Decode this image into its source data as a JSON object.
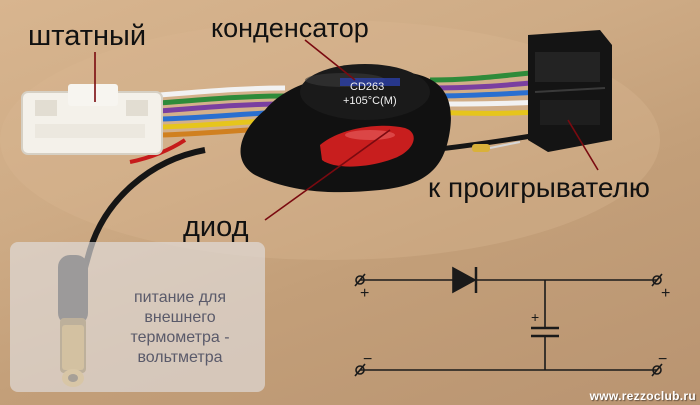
{
  "labels": {
    "stock": "штатный",
    "capacitor": "конденсатор",
    "diode": "диод",
    "to_player": "к проигрывателю"
  },
  "capacitor_markings": {
    "line1": "CD263",
    "line2": "+105°C(M)"
  },
  "caption_lines": [
    "питание для",
    "внешнего",
    "термометра -",
    "вольтметра"
  ],
  "schematic": {
    "left_top_sign": "+",
    "right_top_sign": "+",
    "left_bottom_sign": "−",
    "right_bottom_sign": "−",
    "capacitor_sign": "+"
  },
  "watermark": "www.rezzoclub.ru",
  "colors": {
    "background": "#cdaa84",
    "label_text": "#111111",
    "caption_text": "#5a5a6a",
    "pointer_line": "#7a0a10",
    "heatshrink": "#111111",
    "diode_red": "#c81e1e"
  },
  "icons": {
    "stock_connector": "white-connector-icon",
    "player_connector": "black-connector-icon",
    "rca_plug": "rca-plug-icon"
  }
}
